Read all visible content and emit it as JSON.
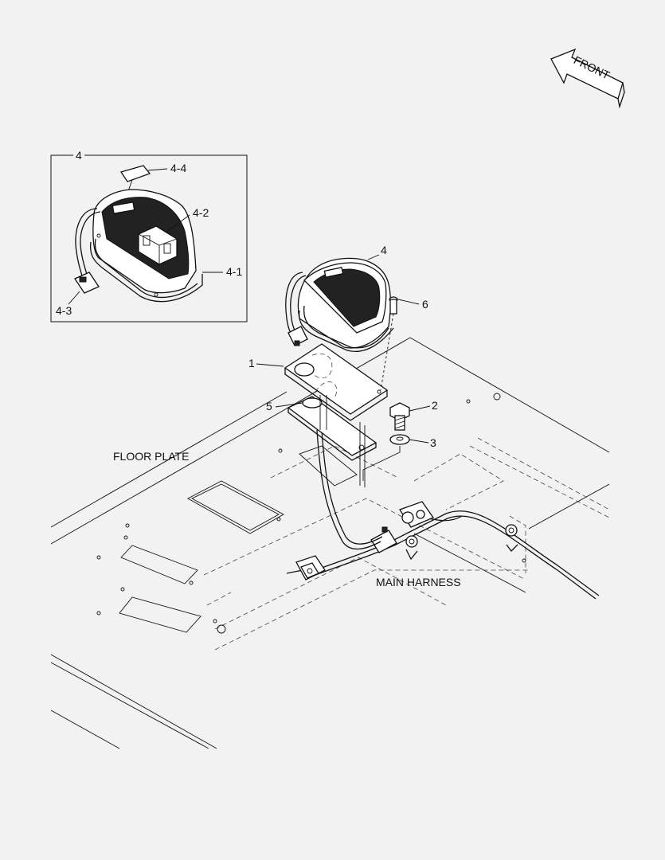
{
  "front_arrow": {
    "label": "FRONT"
  },
  "callouts": {
    "inset_title": "4",
    "inset_4_4": "4-4",
    "inset_4_2": "4-2",
    "inset_4_1": "4-1",
    "inset_4_3": "4-3",
    "c4": "4",
    "c6": "6",
    "c1": "1",
    "c2": "2",
    "c5": "5",
    "c3": "3"
  },
  "labels": {
    "floor_plate": "FLOOR PLATE",
    "main_harness": "MAIN HARNESS"
  }
}
